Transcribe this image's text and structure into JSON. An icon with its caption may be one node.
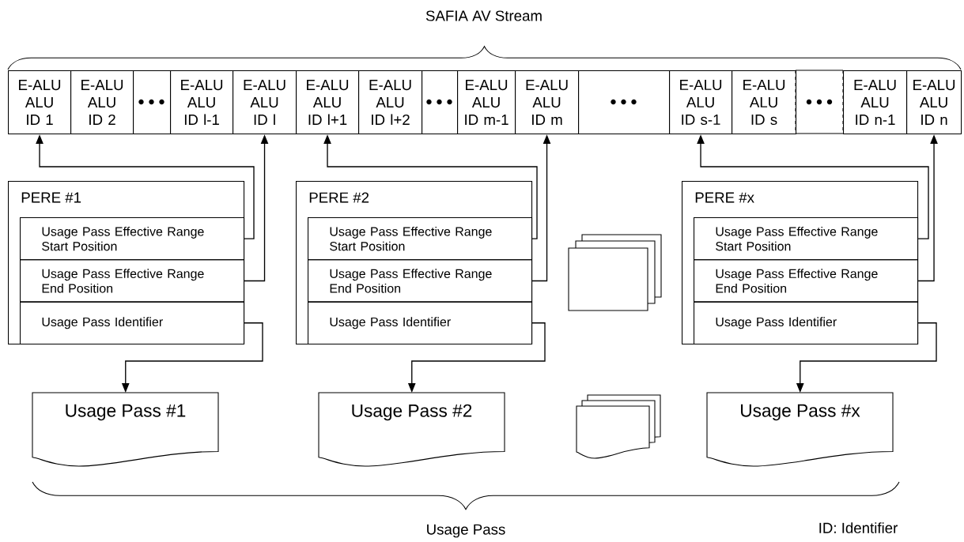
{
  "diagram": {
    "nodes": [
      {
        "text": [
          "E-ALU ALU ID 1"
        ]
      },
      {
        "text": [
          "E-ALU ALU ID 2"
        ]
      },
      {
        "text": [],
        "shape": "box"
      },
      {
        "text": [
          "E-ALU ALU ID l-1"
        ]
      },
      {
        "text": [
          "E-ALU ALU ID l"
        ]
      },
      {
        "text": [
          "E-ALU ALU ID l+1"
        ]
      },
      {
        "text": [
          "E-ALU ALU ID l+2"
        ]
      },
      {
        "text": [],
        "shape": "box"
      },
      {
        "text": [
          "E-ALU ALU ID m-1"
        ]
      },
      {
        "text": [
          "E-ALU ALU ID m"
        ]
      },
      {
        "text": [],
        "shape": "box"
      },
      {
        "text": [
          "E-ALU ALU ID s-1"
        ]
      },
      {
        "text": [
          "E-ALU ALU ID s"
        ]
      },
      {
        "text": [],
        "shape": "box"
      },
      {
        "text": [
          "E-ALU ALU ID n-1"
        ]
      },
      {
        "text": [
          "E-ALU ALU ID n"
        ]
      },
      {
        "text": [
          "PERE #1"
        ]
      },
      {
        "text": [
          "Usage Pass Effective Range Start Position"
        ],
        "in": 16
      },
      {
        "text": [
          "Usage Pass Effective Range End Position"
        ],
        "in": 16
      },
      {
        "text": [
          "Usage Pass Identifier"
        ],
        "in": 16
      },
      {
        "text": [
          "PERE #2"
        ]
      },
      {
        "text": [
          "Usage Pass Effective Range Start Position"
        ],
        "in": 20
      },
      {
        "text": [
          "Usage Pass Effective Range End Position"
        ],
        "in": 20
      },
      {
        "text": [
          "Usage Pass Identifier"
        ],
        "in": 20
      },
      {
        "text": [],
        "shape": "box"
      },
      {
        "text": [
          "PERE #x"
        ]
      },
      {
        "text": [
          "Usage Pass Effective Range Start Position"
        ],
        "in": 25
      },
      {
        "text": [
          "Usage Pass Effective Range End Position"
        ],
        "in": 25
      },
      {
        "text": [
          "Usage Pass Identifier"
        ],
        "in": 25
      },
      {
        "text": [
          "Usage Pass #1"
        ]
      },
      {
        "text": [
          "Usage Pass #2"
        ]
      },
      {
        "text": [],
        "shape": "document"
      },
      {
        "text": [
          "Usage Pass #x"
        ]
      }
    ],
    "edges": [
      {
        "from": 17,
        "to": 0,
        "arrow": "to"
      },
      {
        "from": 18,
        "to": 4,
        "arrow": "to"
      },
      {
        "from": 19,
        "to": 29,
        "arrow": "to"
      },
      {
        "from": 21,
        "to": 5,
        "arrow": "to"
      },
      {
        "from": 22,
        "to": 9,
        "arrow": "to"
      },
      {
        "from": 23,
        "to": 30,
        "arrow": "to"
      },
      {
        "from": 26,
        "to": 11,
        "arrow": "to"
      },
      {
        "from": 27,
        "to": 15,
        "arrow": "to"
      },
      {
        "from": 28,
        "to": 32,
        "arrow": "to"
      }
    ],
    "labels": [
      "SAFIA AV Stream",
      "Usage Pass",
      "ID: Identifier"
    ]
  }
}
